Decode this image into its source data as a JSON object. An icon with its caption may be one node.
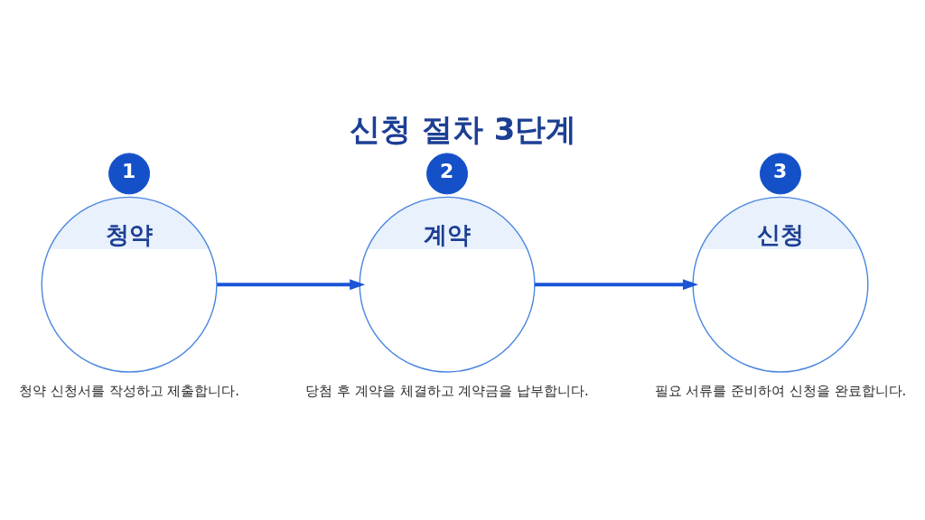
{
  "diagram": {
    "title": "신청 절차 3단계",
    "nodes": [
      {
        "text": [
          "1"
        ]
      },
      {
        "text": [
          "청약"
        ],
        "beside": [
          "청약 신청서를 작성하고 제출합니다."
        ]
      },
      {
        "text": [
          "2"
        ]
      },
      {
        "text": [
          "계약"
        ],
        "beside": [
          "당첨 후 계약을 체결하고 계약금을 납부합니다."
        ]
      },
      {
        "text": [
          "3"
        ]
      },
      {
        "text": [
          "신청"
        ],
        "beside": [
          "필요 서류를 준비하여 신청을 완료합니다."
        ]
      }
    ],
    "edges": [
      {
        "from": 1,
        "to": 3,
        "arrow": "to"
      },
      {
        "from": 3,
        "to": 5,
        "arrow": "to"
      }
    ]
  }
}
